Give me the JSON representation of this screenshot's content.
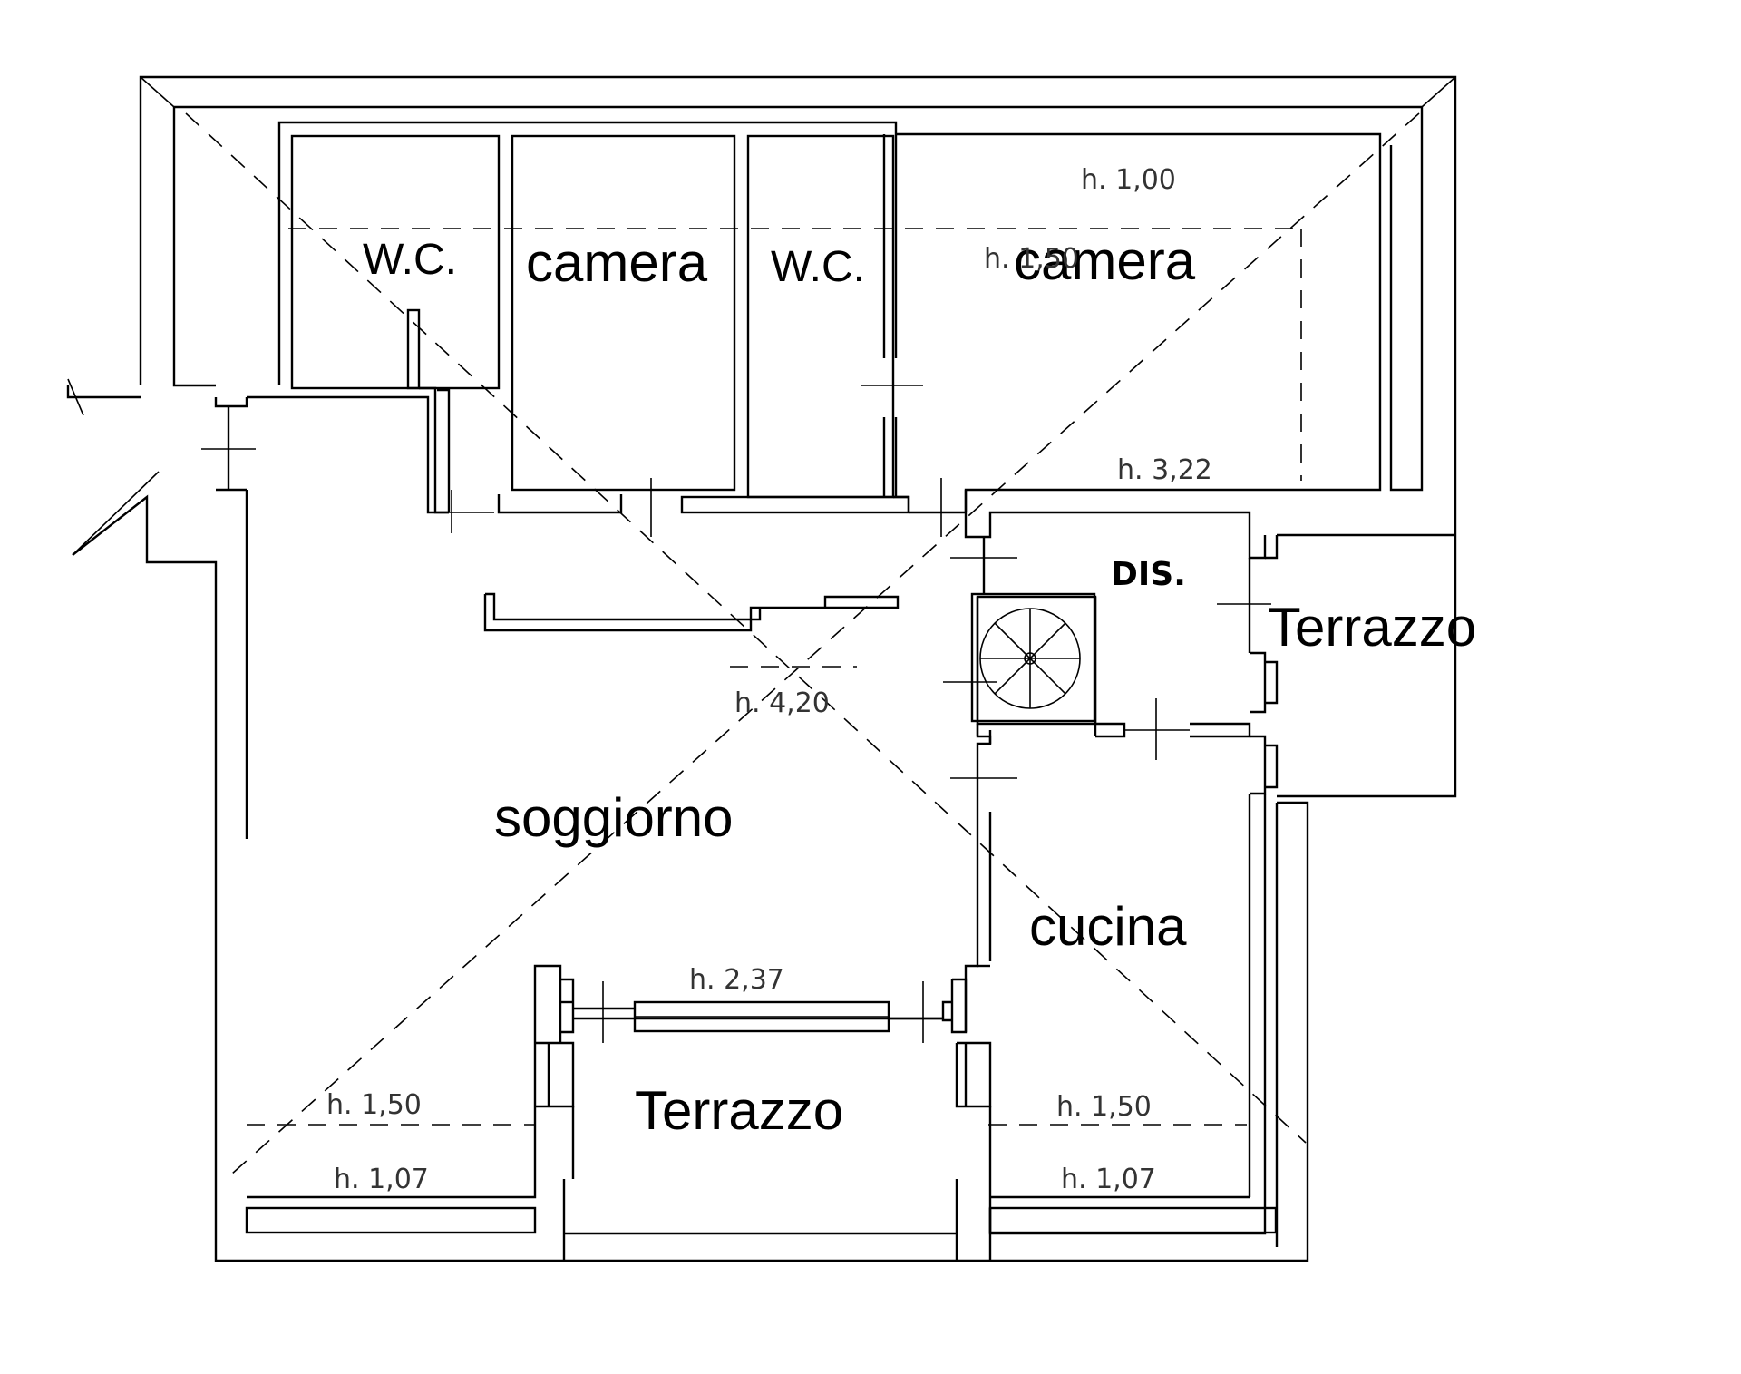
{
  "plan": {
    "rooms": {
      "wc_left": "W.C.",
      "camera_left": "camera",
      "wc_right": "W.C.",
      "camera_right": "camera",
      "dis": "DIS.",
      "terrazzo_right": "Terrazzo",
      "soggiorno": "soggiorno",
      "cucina": "cucina",
      "terrazzo_bottom": "Terrazzo"
    },
    "heights": {
      "h_100": "h. 1,00",
      "h_150_top": "h. 1,50",
      "h_322": "h. 3,22",
      "h_420": "h. 4,20",
      "h_237": "h. 2,37",
      "h_150_left": "h. 1,50",
      "h_150_right": "h. 1,50",
      "h_107_left": "h. 1,07",
      "h_107_right": "h. 1,07"
    }
  }
}
